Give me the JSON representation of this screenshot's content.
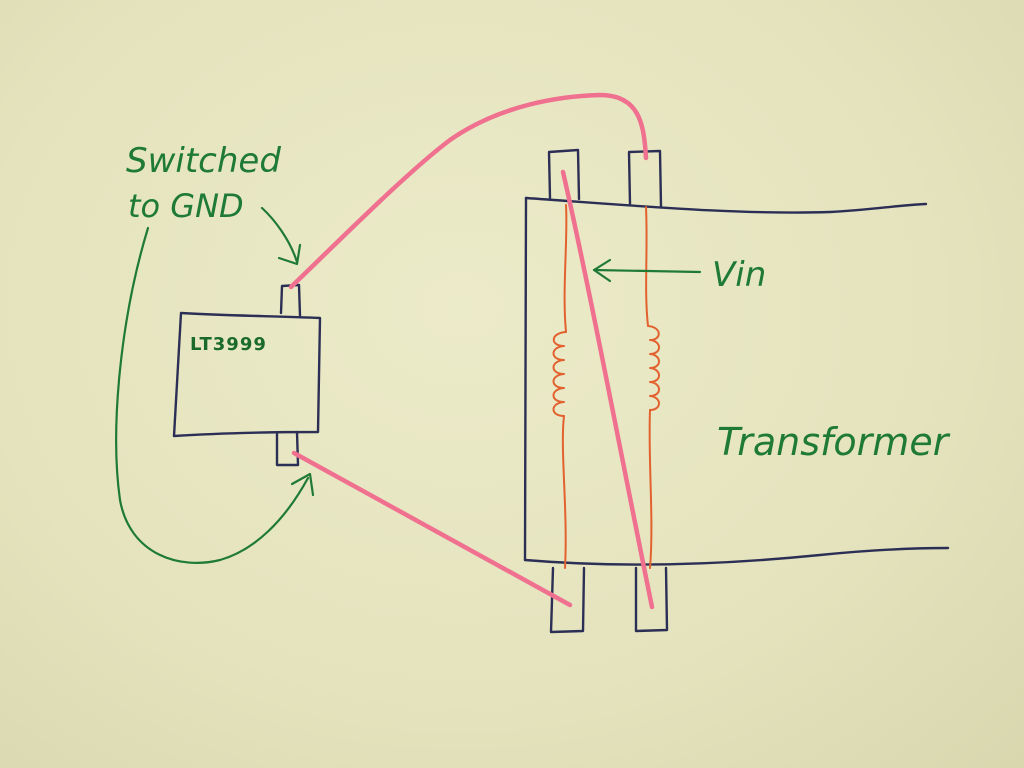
{
  "labels": {
    "switched_line1": "Switched",
    "switched_line2": "to GND",
    "chip": "LT3999",
    "vin": "Vin",
    "transformer": "Transformer"
  },
  "colors": {
    "paper": "#e6e5c0",
    "outline_ink": "#2c2f55",
    "annotation_ink": "#1e7a34",
    "winding_ink": "#e2612f",
    "wire_ink": "#f0708f"
  }
}
